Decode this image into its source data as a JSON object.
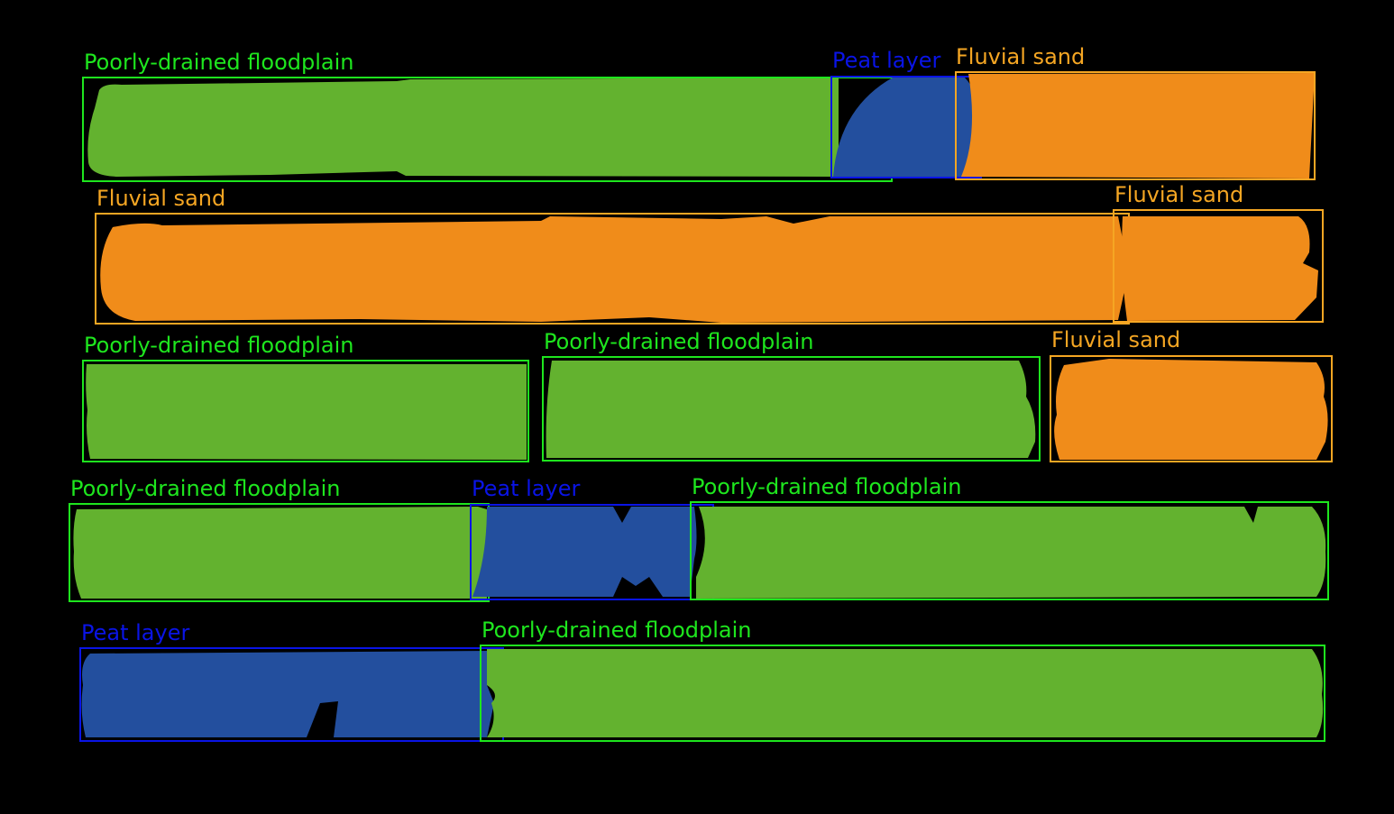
{
  "colors": {
    "background": "#000000",
    "poorly_drained_floodplain": {
      "mask": "#63B22F",
      "box": "#1EE61E"
    },
    "fluvial_sand": {
      "mask": "#F08C1A",
      "box": "#F5A623"
    },
    "peat_layer": {
      "mask": "#234F9E",
      "box": "#0A14E6"
    }
  },
  "classes": {
    "poorly_drained_floodplain": "Poorly-drained floodplain",
    "fluvial_sand": "Fluvial sand",
    "peat_layer": "Peat layer"
  },
  "segments": [
    {
      "id": "r1-floodplain",
      "label": "Poorly-drained floodplain",
      "class": "poorly_drained_floodplain"
    },
    {
      "id": "r1-peat",
      "label": "Peat layer",
      "class": "peat_layer"
    },
    {
      "id": "r1-sand",
      "label": "Fluvial sand",
      "class": "fluvial_sand"
    },
    {
      "id": "r2-sand-a",
      "label": "Fluvial sand",
      "class": "fluvial_sand"
    },
    {
      "id": "r2-sand-b",
      "label": "Fluvial sand",
      "class": "fluvial_sand"
    },
    {
      "id": "r3-floodplain-a",
      "label": "Poorly-drained floodplain",
      "class": "poorly_drained_floodplain"
    },
    {
      "id": "r3-floodplain-b",
      "label": "Poorly-drained floodplain",
      "class": "poorly_drained_floodplain"
    },
    {
      "id": "r3-sand",
      "label": "Fluvial sand",
      "class": "fluvial_sand"
    },
    {
      "id": "r4-floodplain-a",
      "label": "Poorly-drained floodplain",
      "class": "poorly_drained_floodplain"
    },
    {
      "id": "r4-peat",
      "label": "Peat layer",
      "class": "peat_layer"
    },
    {
      "id": "r4-floodplain-b",
      "label": "Poorly-drained floodplain",
      "class": "poorly_drained_floodplain"
    },
    {
      "id": "r5-peat",
      "label": "Peat layer",
      "class": "peat_layer"
    },
    {
      "id": "r5-floodplain",
      "label": "Poorly-drained floodplain",
      "class": "poorly_drained_floodplain"
    }
  ]
}
